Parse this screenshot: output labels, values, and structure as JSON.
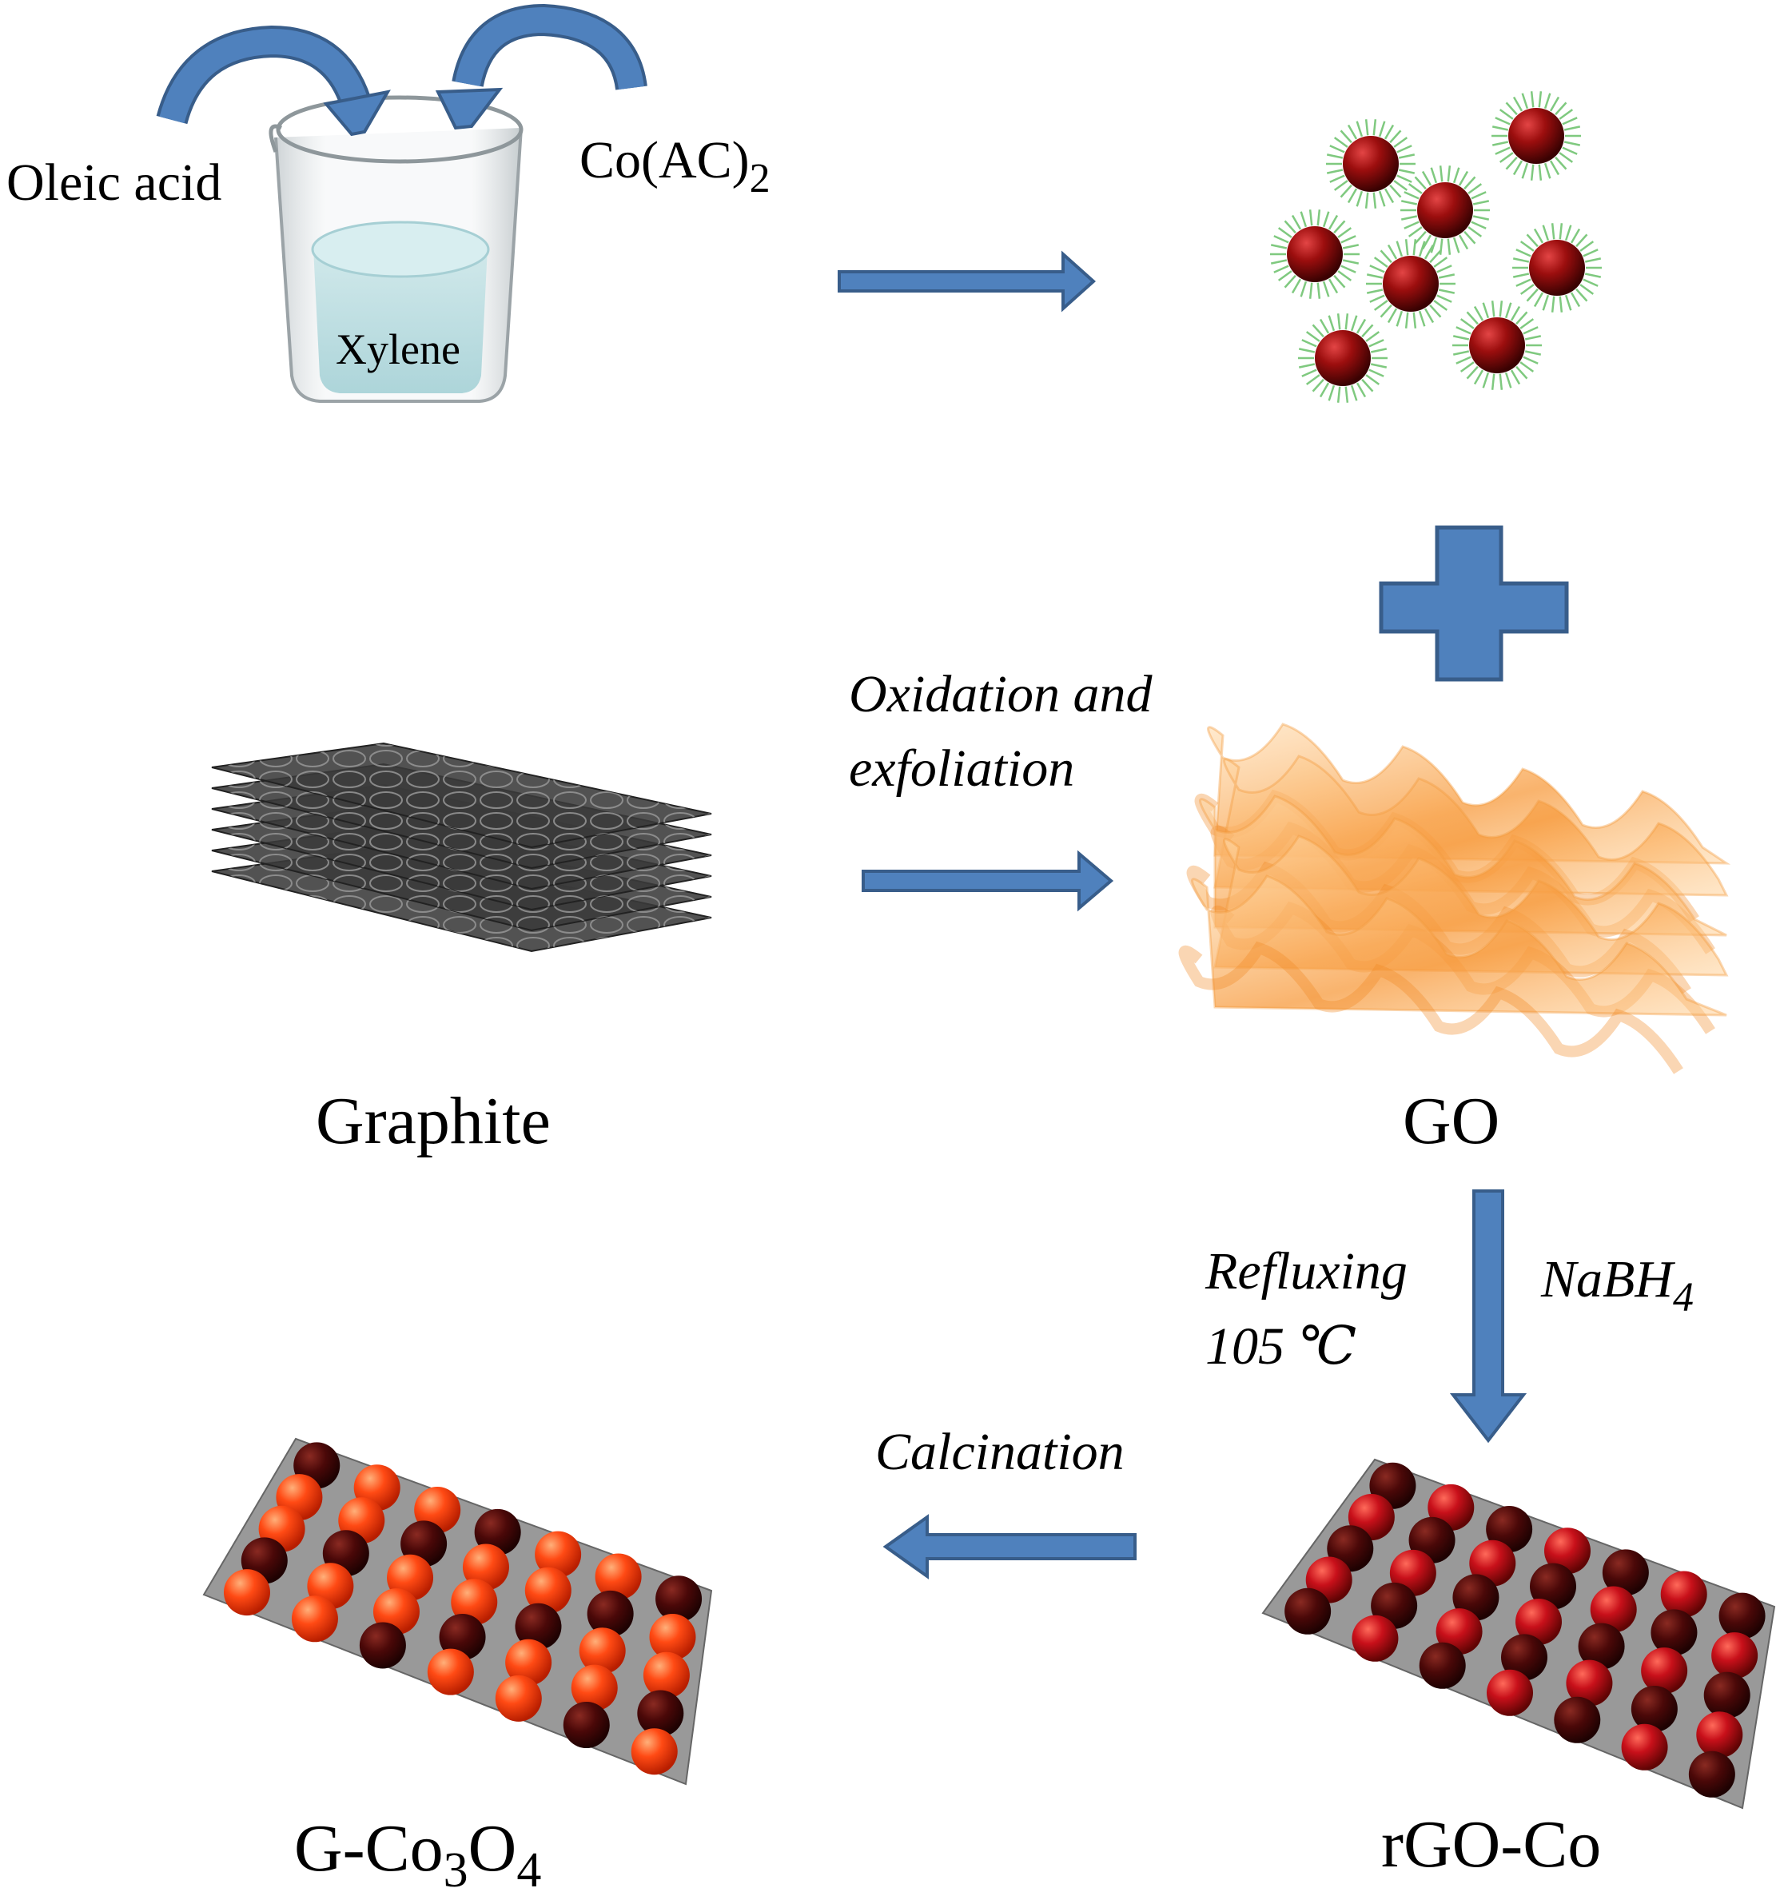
{
  "labels": {
    "oleic_acid": "Oleic acid",
    "co_ac": "Co(AC)",
    "co_ac_sub": "2",
    "xylene": "Xylene",
    "graphite": "Graphite",
    "go": "GO",
    "oxidation_line1": "Oxidation and",
    "oxidation_line2": "exfoliation",
    "refluxing": "Refluxing",
    "temperature": "105 ℃",
    "nabh": "NaBH",
    "nabh_sub": "4",
    "calcination": "Calcination",
    "gco_prefix": "G-Co",
    "gco_sub1": "3",
    "gco_o": "O",
    "gco_sub2": "4",
    "rgoco": "rGO-Co"
  },
  "colors": {
    "arrow_fill": "#4f81bd",
    "arrow_stroke": "#385d8a",
    "nanoparticle": "#8b0a0a",
    "ligand": "#7fc97f",
    "go_sheet": "#f7a24a",
    "co3o4_particle": "#ff4a1a",
    "co_particle": "#5a0808",
    "sheet_gray": "#808080"
  }
}
